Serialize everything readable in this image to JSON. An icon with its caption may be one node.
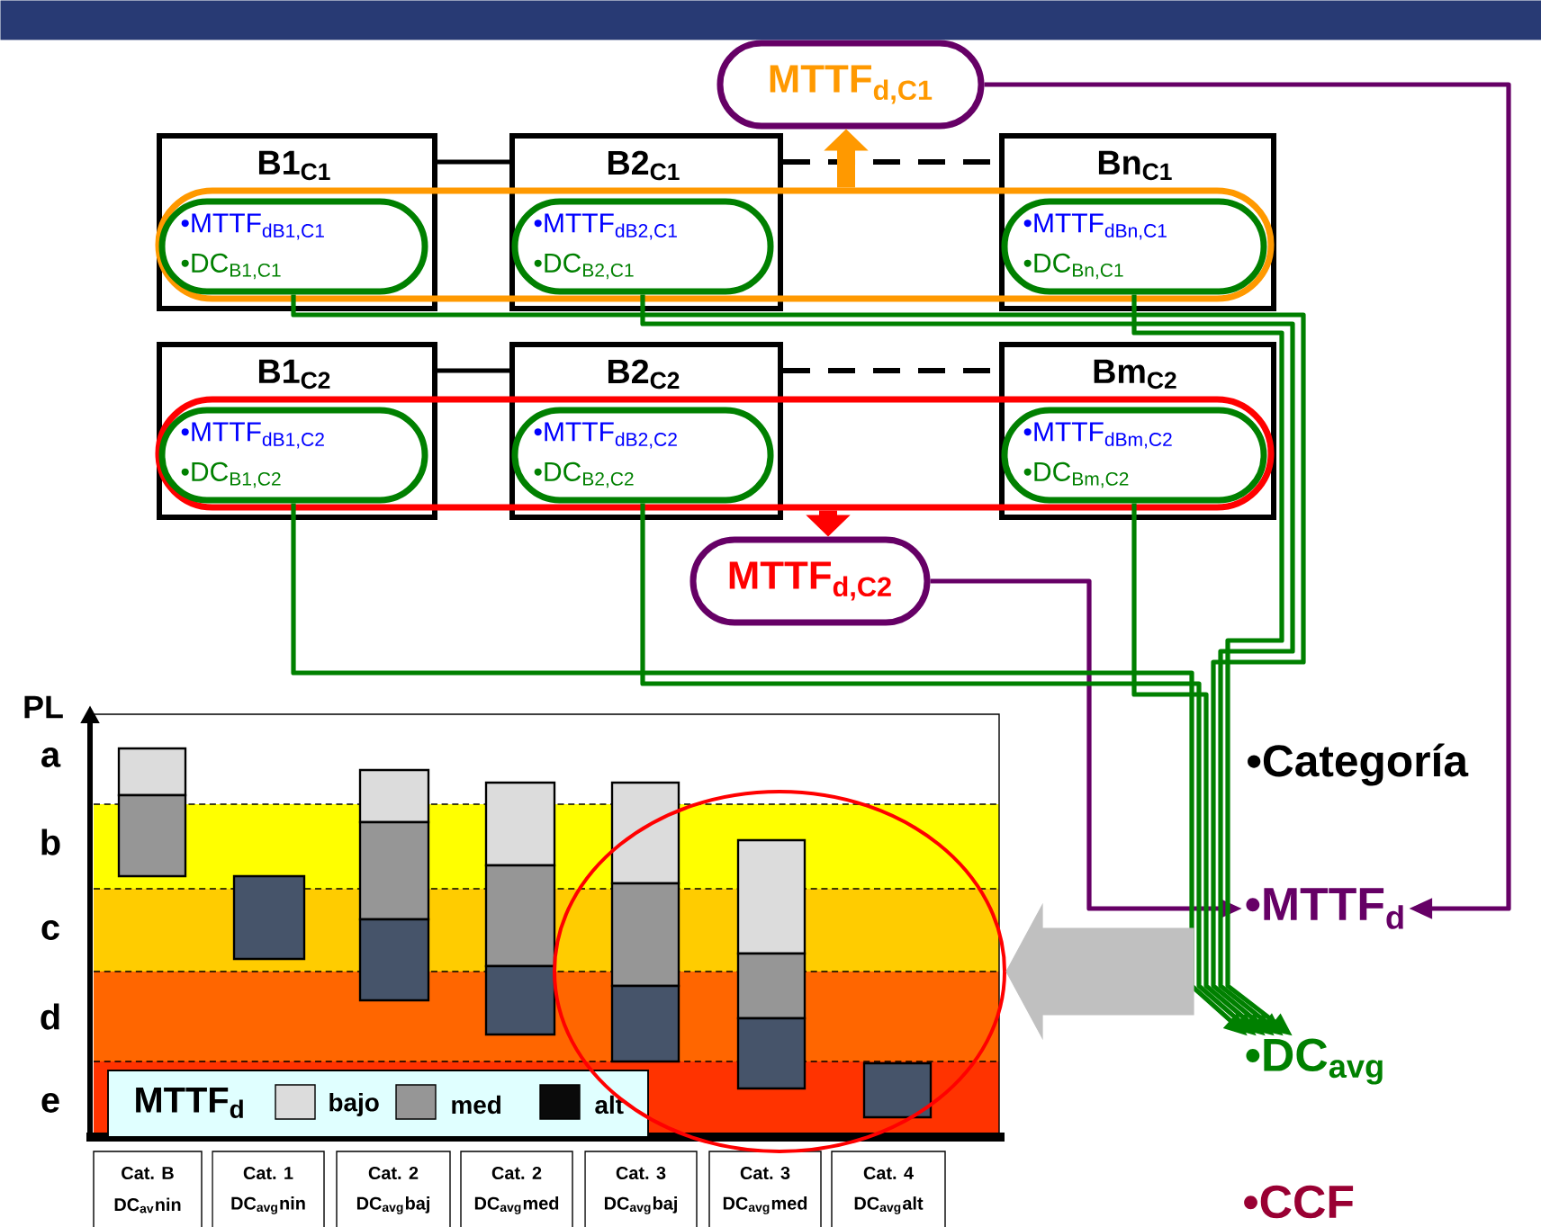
{
  "diagram": {
    "nodes": [
      {
        "text": [
          "B1$_{C1}$"
        ]
      },
      {
        "text": [
          "B2$_{C1}$"
        ]
      },
      {
        "text": [
          "Bn$_{C1}$"
        ]
      },
      {
        "text": [
          "B1$_{C2}$"
        ]
      },
      {
        "text": [
          "B2$_{C2}$"
        ]
      },
      {
        "text": [
          "Bm$_{C2}$"
        ]
      },
      {
        "text": [],
        "shape": "band"
      },
      {
        "text": [],
        "shape": "band"
      },
      {
        "text": [
          "•MTTF$_{dB1,C1}$",
          "•DC$_{B1,C1}$"
        ]
      },
      {
        "text": [
          "•MTTF$_{dB2,C1}$",
          "•DC$_{B2,C1}$"
        ]
      },
      {
        "text": [
          "•MTTF$_{dBn,C1}$",
          "•DC$_{Bn,C1}$"
        ]
      },
      {
        "text": [
          "•MTTF$_{dB1,C2}$",
          "•DC$_{B1,C2}$"
        ]
      },
      {
        "text": [
          "•MTTF$_{dB2,C2}$",
          "•DC$_{B2,C2}$"
        ]
      },
      {
        "text": [
          "•MTTF$_{dBm,C2}$",
          "•DC$_{Bm,C2}$"
        ]
      },
      {
        "text": [
          "MTTF$_{d,C1}$"
        ]
      },
      {
        "text": [
          "MTTF$_{d,C2}$"
        ]
      },
      {
        "text": [
          "•MTTF$_{d}$"
        ]
      },
      {
        "text": [
          "•DC$_{avg}$"
        ]
      },
      {
        "text": [],
        "shape": "circle"
      },
      {
        "text": [],
        "shape": "bar"
      }
    ],
    "edges": [
      {
        "from": 0,
        "to": 1,
        "arrow": "none",
        "color": "#000000"
      },
      {
        "from": 1,
        "to": 2,
        "arrow": "none",
        "style": "dashed",
        "color": "#000000"
      },
      {
        "from": 3,
        "to": 4,
        "arrow": "none",
        "color": "#000000"
      },
      {
        "from": 4,
        "to": 5,
        "arrow": "none",
        "style": "dashed",
        "color": "#000000"
      },
      {
        "from": 6,
        "to": 14,
        "arrow": "to",
        "style": "thick",
        "color": "#ff9900"
      },
      {
        "from": 7,
        "to": 15,
        "arrow": "to",
        "style": "thick",
        "color": "#ff0000"
      },
      {
        "from": 14,
        "to": 16,
        "arrow": "to",
        "color": "#660066"
      },
      {
        "from": 15,
        "to": 16,
        "arrow": "to",
        "color": "#660066"
      },
      {
        "from": 8,
        "to": 17,
        "arrow": "to"
      },
      {
        "from": 9,
        "to": 17,
        "arrow": "to"
      },
      {
        "from": 10,
        "to": 17,
        "arrow": "to"
      },
      {
        "from": 11,
        "to": 17,
        "arrow": "to"
      },
      {
        "from": 12,
        "to": 17,
        "arrow": "to"
      },
      {
        "from": 13,
        "to": 17,
        "arrow": "to"
      },
      {
        "from": null,
        "to": 18,
        "arrow": "to",
        "style": "thick",
        "color": "#c0c0c0"
      }
    ],
    "labels": [
      "PL",
      "a",
      "b",
      "c",
      "d",
      "e",
      "MTTF$_{d}$",
      "Cat. B",
      "Cat. 1",
      "Cat. 2",
      "Cat. 2",
      "Cat. 3",
      "Cat. 3",
      "Cat. 4",
      "DC$_{av}$nin",
      "DC$_{avg}$nin",
      "DC$_{avg}$baj",
      "DC$_{avg}$med",
      "DC$_{avg}$baj",
      "DC$_{avg}$med",
      "DC$_{avg}$alt",
      "•Categoría",
      "•CCF"
    ],
    "legend": [
      {
        "text": "bajo",
        "color": "#dcdcdc"
      },
      {
        "text": "med",
        "color": "#969696"
      },
      {
        "text": "alt",
        "color": "#0a0a0a"
      }
    ]
  }
}
